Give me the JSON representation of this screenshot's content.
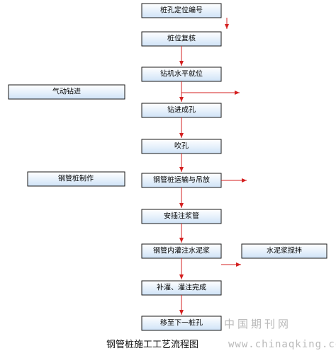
{
  "nodes": {
    "n1": "桩孔定位编号",
    "n2": "桩位复核",
    "n3": "钻机水平就位",
    "n4": "钻进成孔",
    "n5": "吹孔",
    "n6": "钢管桩运输与吊放",
    "n7": "安插注浆管",
    "n8": "钢管内灌注水泥浆",
    "n9": "补灌、灌注完成",
    "n10": "移至下一桩孔",
    "s1": "气动钻进",
    "s2": "钢管桩制作",
    "s3": "水泥浆搅拌"
  },
  "caption": "钢管桩施工工艺流程图",
  "watermark": {
    "cn": "中国期刊网",
    "url": "www.chinaqking.com"
  },
  "colors": {
    "arrow": "#d42020",
    "box_fill_top": "#ffffff",
    "box_fill_bottom": "#cfe3f7",
    "box_border": "#1a1a1a"
  }
}
